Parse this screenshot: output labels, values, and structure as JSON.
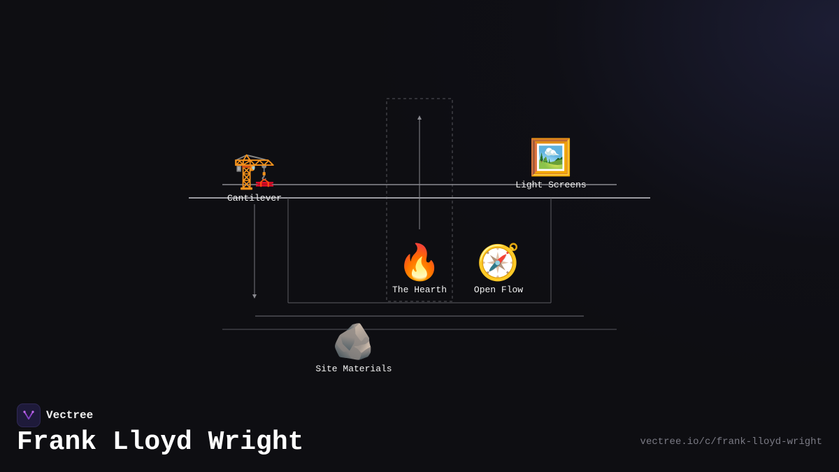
{
  "diagram": {
    "nodes": [
      {
        "id": "cantilever",
        "label": "Cantilever",
        "icon": "🏗️",
        "icon_name": "building-construction-icon"
      },
      {
        "id": "light-screens",
        "label": "Light Screens",
        "icon": "🖼️",
        "icon_name": "framed-picture-icon"
      },
      {
        "id": "the-hearth",
        "label": "The Hearth",
        "icon": "🔥",
        "icon_name": "fire-icon"
      },
      {
        "id": "open-flow",
        "label": "Open Flow",
        "icon": "🧭",
        "icon_name": "compass-icon"
      },
      {
        "id": "site-materials",
        "label": "Site Materials",
        "icon": "🪨",
        "icon_name": "rock-icon"
      }
    ]
  },
  "brand": {
    "name": "Vectree",
    "accent": "#a44bd8"
  },
  "footer": {
    "title": "Frank Lloyd Wright",
    "url": "vectree.io/c/frank-lloyd-wright"
  },
  "colors": {
    "background": "#0e0e12",
    "line": "#8a8a90"
  }
}
